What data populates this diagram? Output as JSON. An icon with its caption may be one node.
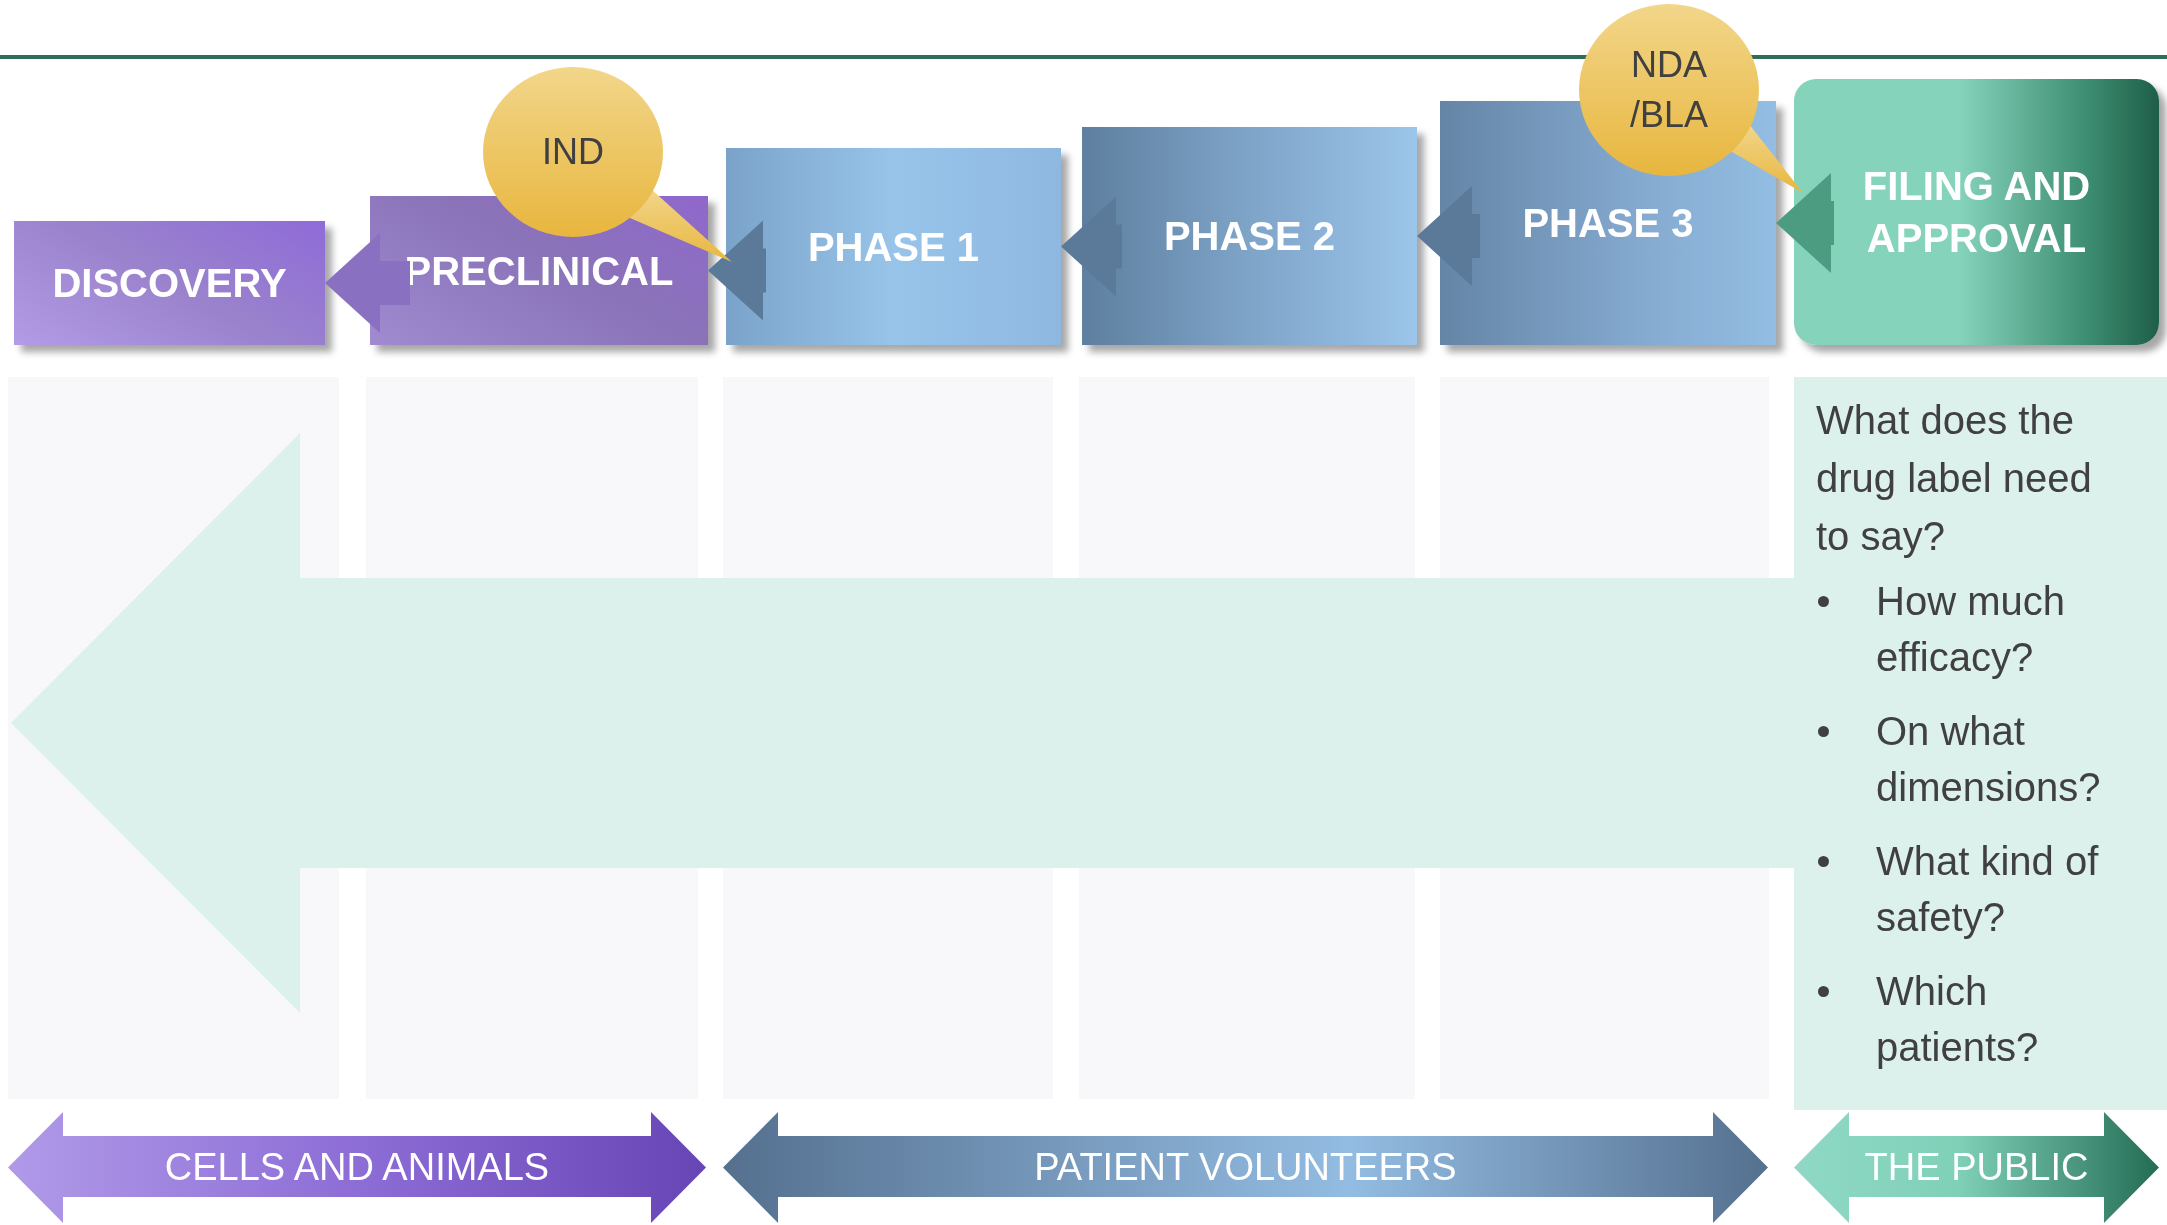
{
  "diagram": {
    "nodes": [
      {
        "text": [
          "DISCOVERY"
        ]
      },
      {
        "text": [
          "PRECLINICAL"
        ]
      },
      {
        "text": [
          "PHASE 1"
        ]
      },
      {
        "text": [
          "PHASE 2"
        ]
      },
      {
        "text": [
          "PHASE 3"
        ]
      },
      {
        "text": [
          "FILING AND APPROVAL"
        ]
      },
      {
        "text": [
          "IND"
        ]
      },
      {
        "text": [
          "NDA /BLA"
        ]
      },
      {
        "text": [
          "What does the drug label need to say?",
          "How much efficacy?",
          "On what dimensions?",
          "What kind of safety?",
          "Which patients?"
        ]
      },
      {
        "text": [
          "CELLS AND ANIMALS"
        ]
      },
      {
        "text": [
          "PATIENT VOLUNTEERS"
        ]
      },
      {
        "text": [
          "THE PUBLIC"
        ]
      }
    ],
    "edges": [
      {
        "from": 1,
        "to": 0,
        "arrow": "to",
        "color": "#8a70c0"
      },
      {
        "from": 2,
        "to": 1,
        "arrow": "to"
      },
      {
        "from": 3,
        "to": 2,
        "arrow": "to"
      },
      {
        "from": 4,
        "to": 3,
        "arrow": "to"
      },
      {
        "from": 5,
        "to": 4,
        "arrow": "to",
        "color": "#4c9c82"
      }
    ]
  }
}
